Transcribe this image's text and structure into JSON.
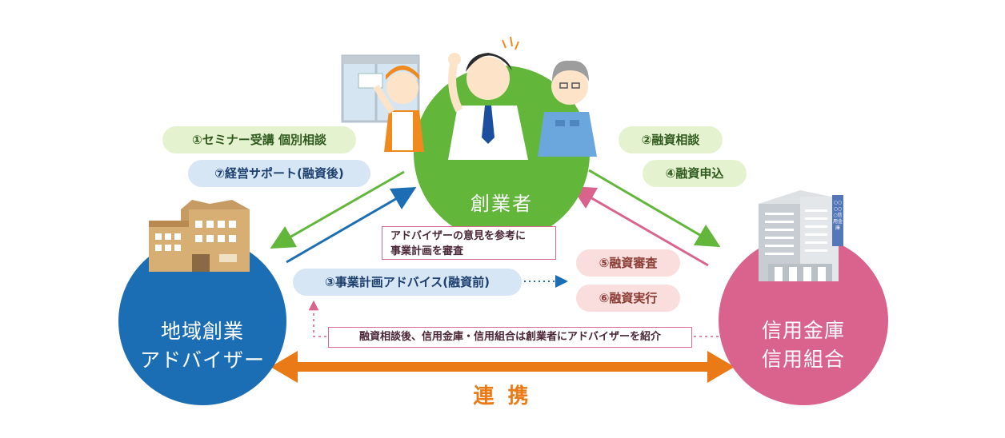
{
  "nodes": {
    "founder": {
      "label": "創業者"
    },
    "advisor": {
      "line1": "地域創業",
      "line2": "アドバイザー"
    },
    "bank": {
      "line1": "信用金庫",
      "line2": "信用組合",
      "sign": "○○○○○信用金庫"
    }
  },
  "labels": {
    "seminar": "①セミナー受講 個別相談",
    "support": "⑦経営サポート(融資後)",
    "loan_consult": "②融資相談",
    "loan_apply": "④融資申込",
    "plan_advice": "③事業計画アドバイス(融資前)",
    "loan_review": "⑤融資審査",
    "loan_exec": "⑥融資実行",
    "review_note": "アドバイザーの意見を参考に\n事業計画を審査",
    "intro_note": "融資相談後、信用金庫・信用組合は創業者にアドバイザーを紹介",
    "cooperation": "連 携"
  },
  "colors": {
    "green": "#62b63a",
    "blue": "#1c6eb4",
    "pink": "#d9638d",
    "orange": "#ea7a16"
  }
}
